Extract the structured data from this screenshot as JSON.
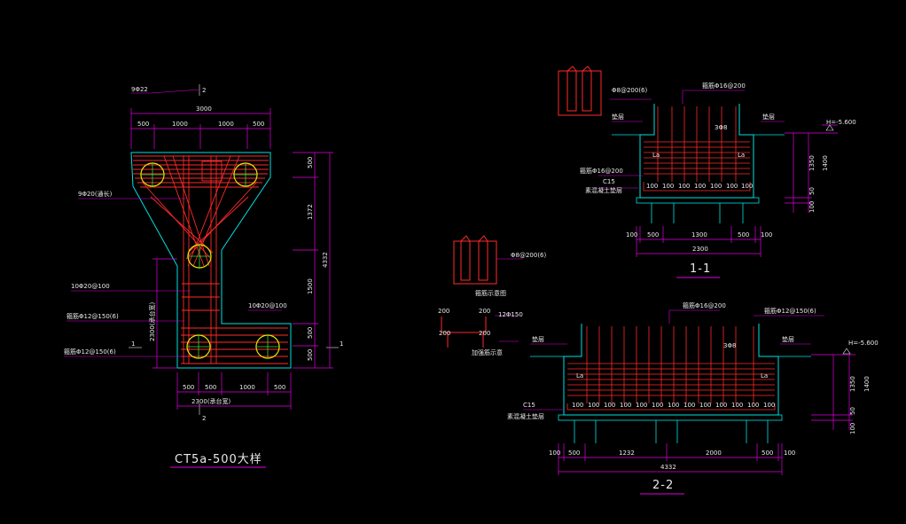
{
  "drawing": {
    "colors": {
      "background": "#000000",
      "outline": "#00e0e0",
      "rebar": "#ff2a2a",
      "dimension": "#e000e0",
      "pile": "#e8e800",
      "pile_ring": "#30e030",
      "text": "#e8e8e8"
    },
    "plan": {
      "title": "CT5a-500大样",
      "section_marks": [
        "2",
        "2",
        "1",
        "1"
      ],
      "top_dims": {
        "overall": "3000",
        "parts": [
          "500",
          "1000",
          "1000",
          "500"
        ]
      },
      "bottom_dims": {
        "overall": "2300(承台宽)",
        "parts": [
          "500",
          "500",
          "1000",
          "500"
        ]
      },
      "right_dims": {
        "overall": "4332",
        "parts": [
          "500",
          "1372",
          "1500",
          "500",
          "500"
        ]
      },
      "left_dim": "2300(承台宽)",
      "labels": [
        "9Φ22",
        "9Φ20(通长)",
        "10Φ20@100",
        "10Φ20@100",
        "箍筋Φ12@150(6)",
        "箍筋Φ12@150(6)"
      ]
    },
    "section_1_1": {
      "title": "1-1",
      "labels": [
        "Φ8@200(6)",
        "箍筋Φ16@200",
        "3Φ8",
        "垫层",
        "垫层",
        "箍筋Φ16@200",
        "C15",
        "素混凝土垫层",
        "H=-5.600",
        "Lа",
        "Lа"
      ],
      "side_dims": [
        "1350",
        "1400",
        "50",
        "100"
      ],
      "rebar_dims": [
        "100",
        "100",
        "100",
        "100",
        "100",
        "100",
        "100"
      ],
      "bottom_dims": {
        "overall": "2300",
        "parts": [
          "100",
          "500",
          "1300",
          "500",
          "100"
        ]
      }
    },
    "stirrup_detail": {
      "label": "Φ8@200(6)",
      "caption": "箍筋示意图"
    },
    "tie_detail": {
      "labels": [
        "200",
        "200",
        "12Φ150",
        "200",
        "200"
      ],
      "caption": "加强筋示意"
    },
    "section_2_2": {
      "title": "2-2",
      "labels": [
        "箍筋Φ16@200",
        "箍筋Φ12@150(6)",
        "垫层",
        "垫层",
        "3Φ8",
        "C15",
        "素混凝土垫层",
        "H=-5.600",
        "Lа",
        "Lа"
      ],
      "side_dims": [
        "1350",
        "1400",
        "50",
        "100"
      ],
      "rebar_dims": [
        "100",
        "100",
        "100",
        "100",
        "100",
        "100",
        "100",
        "100",
        "100",
        "100",
        "100",
        "100",
        "100"
      ],
      "bottom_dims": {
        "overall": "4332",
        "parts": [
          "100",
          "500",
          "1232",
          "2000",
          "500",
          "100"
        ]
      }
    }
  }
}
